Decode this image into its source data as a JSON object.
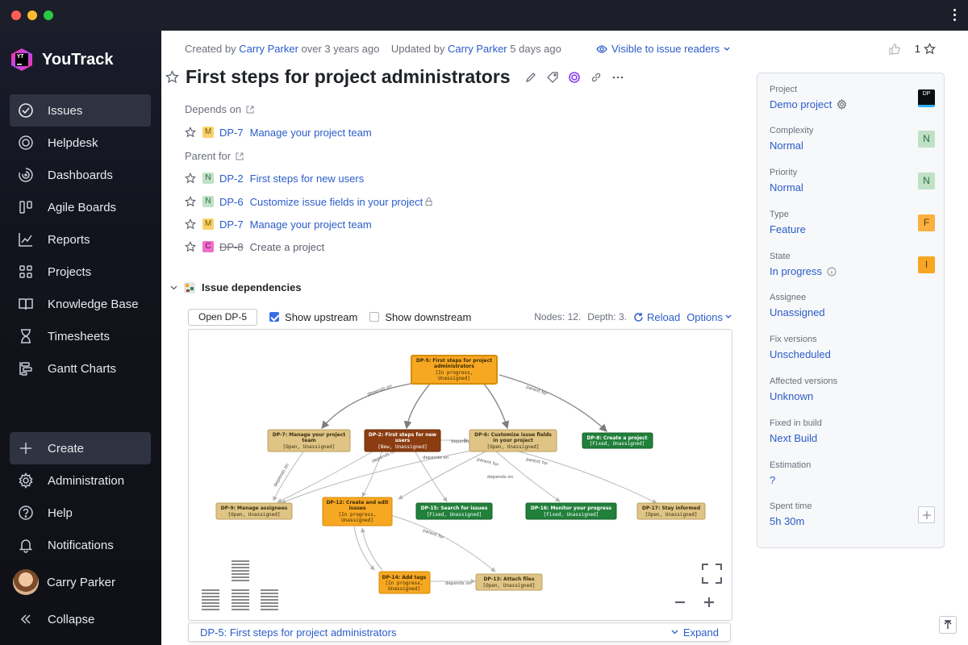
{
  "app": {
    "name": "YouTrack",
    "logo_mark": "YT"
  },
  "colors": {
    "accent": "#2a5cc9",
    "sidebar_bg": "#14151e",
    "badge_M": "#f9d26a",
    "badge_N": "#bfe1c6",
    "badge_C": "#f06fcb",
    "badge_F": "#fbb040",
    "badge_I": "#f6a623"
  },
  "sidebar": {
    "items": [
      {
        "label": "Issues",
        "icon": "check-circle-icon"
      },
      {
        "label": "Helpdesk",
        "icon": "lifebuoy-icon"
      },
      {
        "label": "Dashboards",
        "icon": "dashboard-icon"
      },
      {
        "label": "Agile Boards",
        "icon": "board-icon"
      },
      {
        "label": "Reports",
        "icon": "chart-icon"
      },
      {
        "label": "Projects",
        "icon": "grid-icon"
      },
      {
        "label": "Knowledge Base",
        "icon": "book-icon"
      },
      {
        "label": "Timesheets",
        "icon": "hourglass-icon"
      },
      {
        "label": "Gantt Charts",
        "icon": "gantt-icon"
      }
    ],
    "create": "Create",
    "administration": "Administration",
    "help": "Help",
    "notifications": "Notifications",
    "user": "Carry Parker",
    "collapse": "Collapse"
  },
  "issue": {
    "created_prefix": "Created by",
    "created_by": "Carry Parker",
    "created_when": "over 3 years ago",
    "updated_prefix": "Updated by",
    "updated_by": "Carry Parker",
    "updated_when": "5 days ago",
    "visibility": "Visible to issue readers",
    "votes": "1",
    "title": "First steps for project administrators"
  },
  "links": {
    "depends_on_label": "Depends on",
    "parent_for_label": "Parent for",
    "depends_on": [
      {
        "badge": "M",
        "id": "DP-7",
        "summary": "Manage your project team"
      }
    ],
    "parent_for": [
      {
        "badge": "N",
        "id": "DP-2",
        "summary": "First steps for new users"
      },
      {
        "badge": "N",
        "id": "DP-6",
        "summary": "Customize issue fields in your project"
      },
      {
        "badge": "M",
        "id": "DP-7",
        "summary": "Manage your project team"
      },
      {
        "badge": "C",
        "id": "DP-8",
        "summary": "Create a project"
      }
    ]
  },
  "dependencies": {
    "header": "Issue dependencies",
    "open_button": "Open DP-5",
    "show_upstream": "Show upstream",
    "show_downstream": "Show downstream",
    "nodes": "Nodes: 12.",
    "depth": "Depth: 3.",
    "reload": "Reload",
    "options": "Options",
    "footer_title": "DP-5: First steps for project administrators",
    "expand": "Expand"
  },
  "graph": {
    "nodes": [
      {
        "id": "n5",
        "l1": "DP-5: First steps for project",
        "l2": "administrators",
        "l3": "[In progress,",
        "l4": "Unassigned]"
      },
      {
        "id": "n7",
        "l1": "DP-7: Manage your project",
        "l2": "team",
        "l3": "[Open, Unassigned]"
      },
      {
        "id": "n2",
        "l1": "DP-2: First steps for new",
        "l2": "users",
        "l3": "[New, Unassigned]"
      },
      {
        "id": "n6",
        "l1": "DP-6: Customize issue fields",
        "l2": "in your project",
        "l3": "[Open, Unassigned]"
      },
      {
        "id": "n8",
        "l1": "DP-8: Create a project",
        "l2": "[Fixed, Unassigned]"
      },
      {
        "id": "n9",
        "l1": "DP-9: Manage assignees",
        "l2": "[Open, Unassigned]"
      },
      {
        "id": "n12",
        "l1": "DP-12: Create and edit",
        "l2": "issues",
        "l3": "[In progress,",
        "l4": "Unassigned]"
      },
      {
        "id": "n15",
        "l1": "DP-15: Search for issues",
        "l2": "[Fixed, Unassigned]"
      },
      {
        "id": "n16",
        "l1": "DP-16: Monitor your progress",
        "l2": "[Fixed, Unassigned]"
      },
      {
        "id": "n17",
        "l1": "DP-17: Stay informed",
        "l2": "[Open, Unassigned]"
      },
      {
        "id": "n14",
        "l1": "DP-14: Add tags",
        "l2": "[In progress,",
        "l3": "Unassigned]"
      },
      {
        "id": "n13",
        "l1": "DP-13: Attach files",
        "l2": "[Open, Unassigned]"
      }
    ],
    "edge_labels": {
      "depends_on": "depends on",
      "parent_for": "parent for"
    }
  },
  "fields": [
    {
      "label": "Project",
      "value": "Demo project",
      "badge": "DP"
    },
    {
      "label": "Complexity",
      "value": "Normal",
      "badge": "N"
    },
    {
      "label": "Priority",
      "value": "Normal",
      "badge": "N"
    },
    {
      "label": "Type",
      "value": "Feature",
      "badge": "F"
    },
    {
      "label": "State",
      "value": "In progress",
      "badge": "I"
    },
    {
      "label": "Assignee",
      "value": "Unassigned"
    },
    {
      "label": "Fix versions",
      "value": "Unscheduled"
    },
    {
      "label": "Affected versions",
      "value": "Unknown"
    },
    {
      "label": "Fixed in build",
      "value": "Next Build"
    },
    {
      "label": "Estimation",
      "value": "?"
    },
    {
      "label": "Spent time",
      "value": "5h 30m"
    }
  ]
}
